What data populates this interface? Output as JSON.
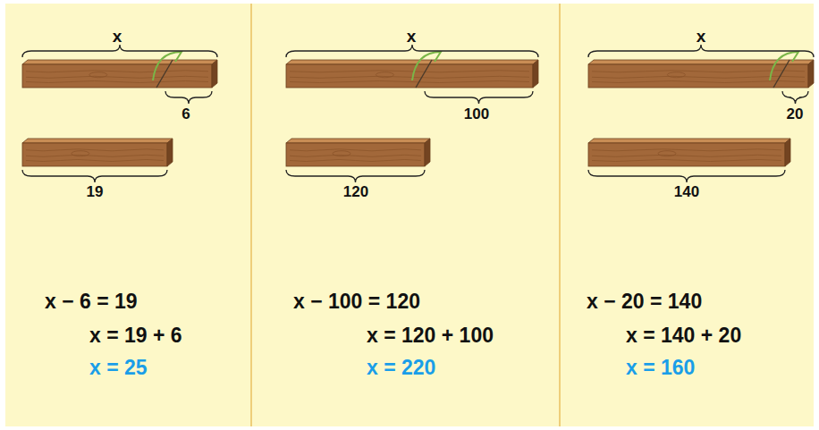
{
  "diagram": {
    "labels": [
      "x",
      "6",
      "19",
      "x − 6 = 19",
      "x = 19 + 6",
      "x = 25",
      "x",
      "100",
      "120",
      "x − 100 = 120",
      "x = 120 + 100",
      "x = 220",
      "x",
      "20",
      "140",
      "x − 20 = 140",
      "x = 140 + 20",
      "x = 160"
    ]
  }
}
